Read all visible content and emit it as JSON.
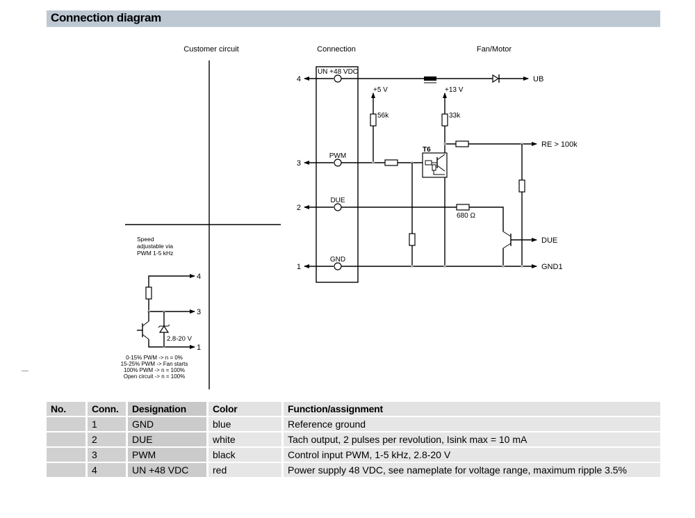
{
  "header": {
    "title": "Connection diagram"
  },
  "diagram": {
    "section_labels": {
      "customer": "Customer circuit",
      "connection": "Connection",
      "fan": "Fan/Motor"
    },
    "pins": [
      {
        "number": "4",
        "name": "UN +48 VDC"
      },
      {
        "number": "3",
        "name": "PWM"
      },
      {
        "number": "2",
        "name": "DUE"
      },
      {
        "number": "1",
        "name": "GND"
      }
    ],
    "outputs": {
      "ub": "UB",
      "re": "RE > 100k",
      "due": "DUE",
      "gnd1": "GND1"
    },
    "components": {
      "plus5v": "+5 V",
      "plus13v": "+13 V",
      "r56k": "56k",
      "r33k": "33k",
      "t6": "T6",
      "r680": "680 Ω"
    },
    "customer": {
      "speed_note": [
        "Speed",
        "adjustable via",
        "PWM 1-5 kHz"
      ],
      "pin_labels": [
        "4",
        "3",
        "1"
      ],
      "zener": "2.8-20 V",
      "pwm_notes": [
        "0-15% PWM -> n = 0%",
        "15-25% PWM -> Fan starts",
        "100% PWM -> n = 100%",
        "Open circuit -> n = 100%"
      ]
    }
  },
  "table": {
    "headers": [
      "No.",
      "Conn.",
      "Designation",
      "Color",
      "Function/assignment"
    ],
    "rows": [
      {
        "no": "",
        "conn": "1",
        "designation": "GND",
        "color": "blue",
        "function": "Reference ground"
      },
      {
        "no": "",
        "conn": "2",
        "designation": "DUE",
        "color": "white",
        "function": "Tach output, 2 pulses per revolution, Isink max = 10 mA"
      },
      {
        "no": "",
        "conn": "3",
        "designation": "PWM",
        "color": "black",
        "function": "Control input PWM, 1-5 kHz, 2.8-20 V"
      },
      {
        "no": "",
        "conn": "4",
        "designation": "UN +48 VDC",
        "color": "red",
        "function": "Power supply 48 VDC, see nameplate for voltage range, maximum ripple 3.5%"
      }
    ]
  }
}
